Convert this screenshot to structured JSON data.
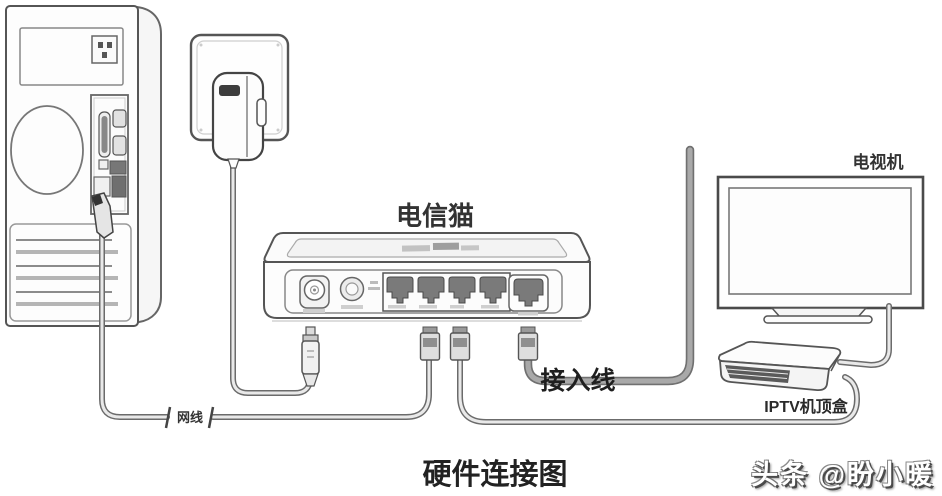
{
  "diagram": {
    "title": "硬件连接图",
    "labels": {
      "modem": "电信猫",
      "tv": "电视机",
      "access_line": "接入线",
      "network_cable": "网线",
      "set_top_box": "IPTV机顶盒"
    },
    "watermark": "头条 @盼小暖",
    "components": [
      "computer-tower",
      "wall-outlet",
      "power-adapter",
      "telecom-modem",
      "tv",
      "iptv-set-top-box"
    ],
    "modem_ports": {
      "lan_count": 4,
      "wan_count": 1,
      "has_power_jack": true,
      "has_reset_button": true
    },
    "colors": {
      "outline": "#555555",
      "cable_dark": "#6b6b6b",
      "cable_light": "#e9e9e9",
      "access_line": "#a9a9a9",
      "port_fill": "#7a7a7a",
      "background": "#ffffff",
      "label_text": "#2a2a2a",
      "watermark_text": "#ffffff"
    }
  }
}
